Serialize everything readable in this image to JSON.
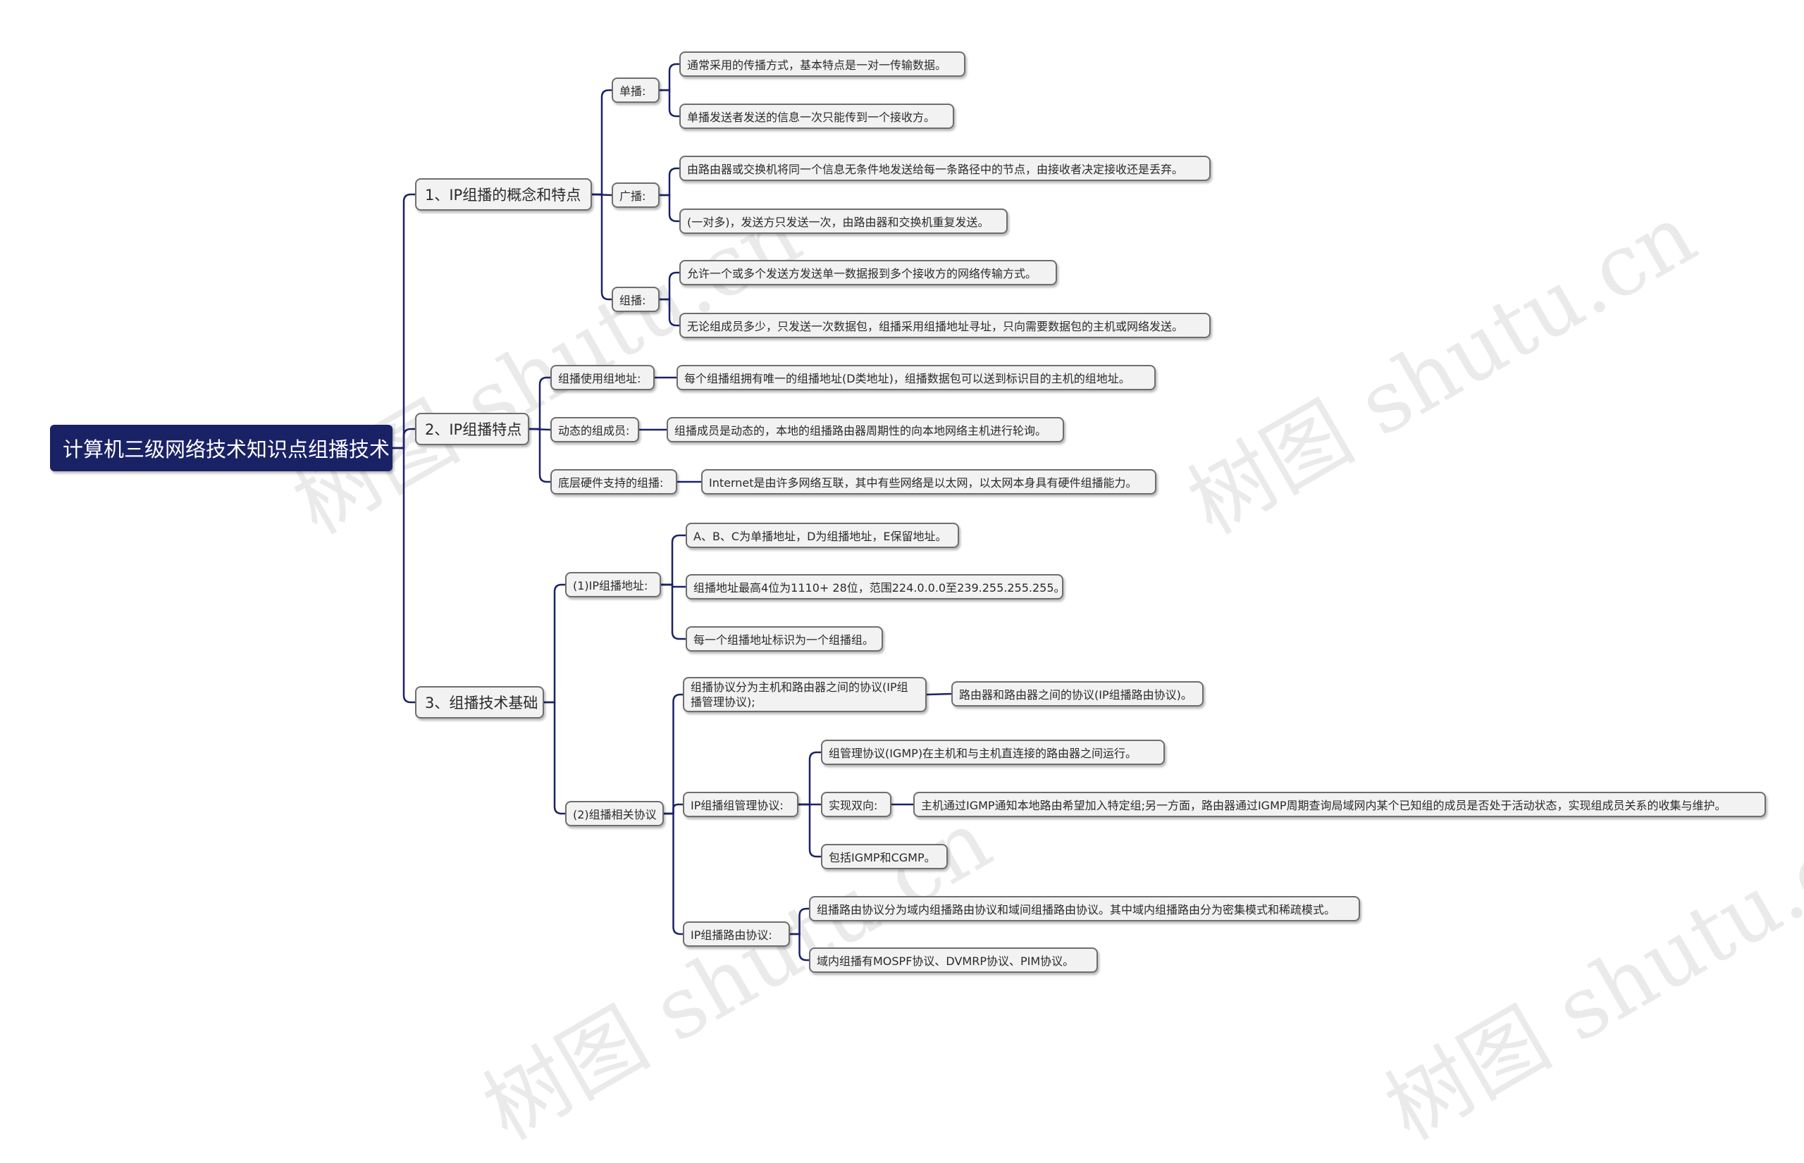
{
  "watermark": "树图 shutu.cn",
  "colors": {
    "root_bg": "#1a2266",
    "line": "#1a2266",
    "node_bg": "#f2f2f2",
    "node_border": "#6e6e6e"
  },
  "root": "计算机三级网络技术知识点组播技术",
  "b1": {
    "label": "1、IP组播的概念和特点",
    "unicast": {
      "label": "单播:",
      "items": [
        "通常采用的传播方式，基本特点是一对一传输数据。",
        "单播发送者发送的信息一次只能传到一个接收方。"
      ]
    },
    "broadcast": {
      "label": "广播:",
      "items": [
        "由路由器或交换机将同一个信息无条件地发送给每一条路径中的节点，由接收者决定接收还是丢弃。",
        "(一对多)，发送方只发送一次，由路由器和交换机重复发送。"
      ]
    },
    "multicast": {
      "label": "组播:",
      "items": [
        "允许一个或多个发送方发送单一数据报到多个接收方的网络传输方式。",
        "无论组成员多少，只发送一次数据包，组播采用组播地址寻址，只向需要数据包的主机或网络发送。"
      ]
    }
  },
  "b2": {
    "label": "2、IP组播特点",
    "address": {
      "label": "组播使用组地址:",
      "item": "每个组播组拥有唯一的组播地址(D类地址)，组播数据包可以送到标识目的主机的组地址。"
    },
    "members": {
      "label": "动态的组成员:",
      "item": "组播成员是动态的，本地的组播路由器周期性的向本地网络主机进行轮询。"
    },
    "hardware": {
      "label": "底层硬件支持的组播:",
      "item": "Internet是由许多网络互联，其中有些网络是以太网，以太网本身具有硬件组播能力。"
    }
  },
  "b3": {
    "label": "3、组播技术基础",
    "addr": {
      "label": "(1)IP组播地址:",
      "items": [
        "A、B、C为单播地址，D为组播地址，E保留地址。",
        "组播地址最高4位为1110+ 28位，范围224.0.0.0至239.255.255.255。",
        "每一个组播地址标识为一个组播组。"
      ]
    },
    "proto": {
      "label": "(2)组播相关协议",
      "cls": {
        "label": "组播协议分为主机和路由器之间的协议(IP组播管理协议);",
        "item": "路由器和路由器之间的协议(IP组播路由协议)。"
      },
      "mgmt": {
        "label": "IP组播组管理协议:",
        "igmp": "组管理协议(IGMP)在主机和与主机直连接的路由器之间运行。",
        "duplex": {
          "label": "实现双向:",
          "item": "主机通过IGMP通知本地路由希望加入特定组;另一方面，路由器通过IGMP周期查询局域网内某个已知组的成员是否处于活动状态，实现组成员关系的收集与维护。"
        },
        "incl": "包括IGMP和CGMP。"
      },
      "routing": {
        "label": "IP组播路由协议:",
        "items": [
          "组播路由协议分为域内组播路由协议和域间组播路由协议。其中域内组播路由分为密集模式和稀疏模式。",
          "域内组播有MOSPF协议、DVMRP协议、PIM协议。"
        ]
      }
    }
  }
}
